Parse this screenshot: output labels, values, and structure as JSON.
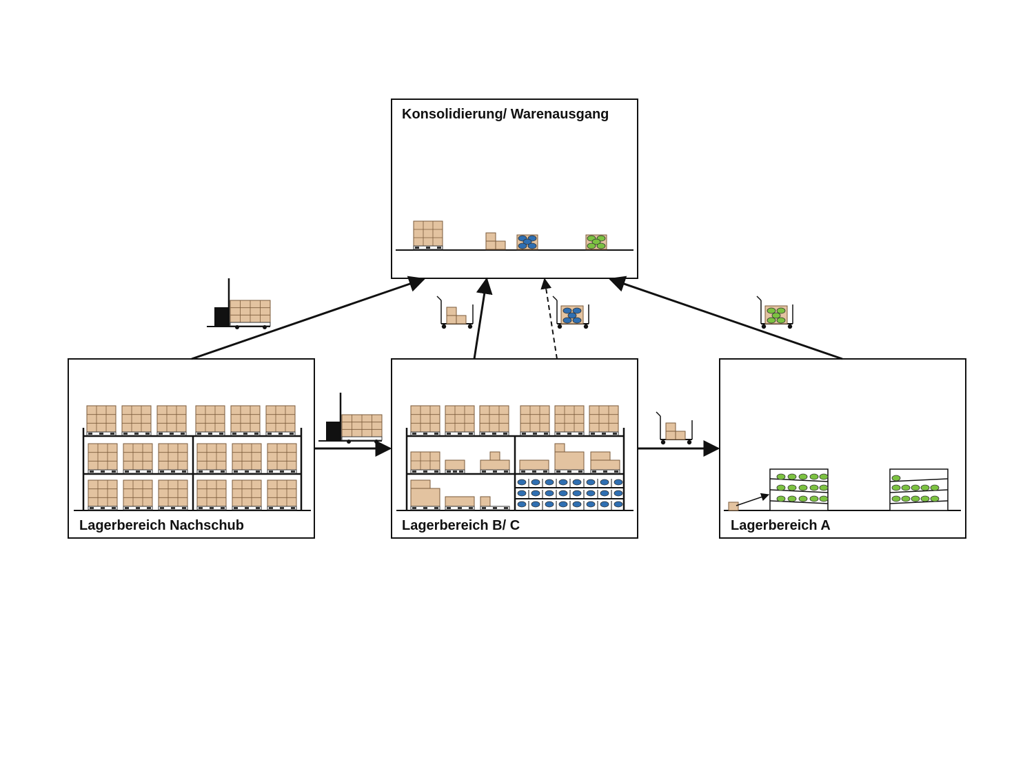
{
  "zones": {
    "outbound": {
      "label": "Konsolidierung/ Warenausgang"
    },
    "replenishment": {
      "label": "Lagerbereich Nachschub"
    },
    "bc": {
      "label": "Lagerbereich B/ C"
    },
    "a": {
      "label": "Lagerbereich A"
    }
  },
  "flows": [
    {
      "from": "replenishment",
      "to": "outbound",
      "style": "solid",
      "vehicle": "forklift"
    },
    {
      "from": "bc",
      "to": "outbound",
      "style": "solid",
      "vehicle": "cart-cartons"
    },
    {
      "from": "bc",
      "to": "outbound",
      "style": "dashed",
      "vehicle": "cart-blue-items"
    },
    {
      "from": "a",
      "to": "outbound",
      "style": "solid",
      "vehicle": "cart-green-items"
    },
    {
      "from": "replenishment",
      "to": "bc",
      "style": "solid",
      "vehicle": "forklift"
    },
    {
      "from": "bc",
      "to": "a",
      "style": "solid",
      "vehicle": "cart-cartons"
    }
  ],
  "colors": {
    "carton": "#e3c3a0",
    "carton_stroke": "#7a5a3a",
    "blue_item": "#2f6fb2",
    "green_item": "#7cc241",
    "line": "#111111"
  }
}
